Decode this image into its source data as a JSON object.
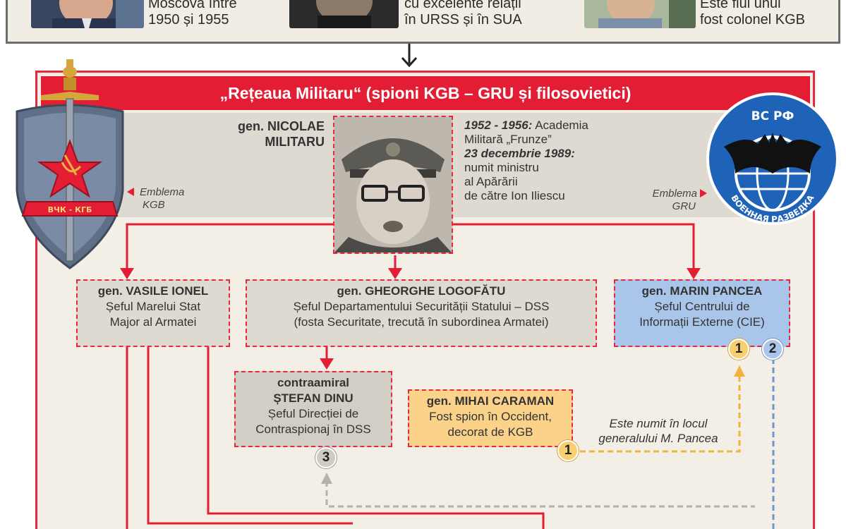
{
  "top_panel": {
    "col1": [
      "Moscova între",
      "1950 și 1955"
    ],
    "col2": [
      "cu excelente relații",
      "în URSS și în SUA"
    ],
    "col3": [
      "Este fiul unui",
      "fost colonel KGB"
    ]
  },
  "title": "„Rețeaua Militaru“ (spioni KGB – GRU și filosovietici)",
  "militaru": {
    "name_line1": "gen. NICOLAE",
    "name_line2": "MILITARU",
    "bio_date1": "1952 - 1956:",
    "bio_text1": "Academia",
    "bio_line2": "Militară „Frunze”",
    "bio_date2": "23 decembrie 1989:",
    "bio_line4": "numit ministru",
    "bio_line5": "al Apărării",
    "bio_line6": "de către Ion Iliescu"
  },
  "emblems": {
    "kgb_label1": "Emblema",
    "kgb_label2": "KGB",
    "kgb_ribbon": "ВЧК - КГБ",
    "gru_label1": "Emblema",
    "gru_label2": "GRU",
    "gru_top": "ВС РФ",
    "gru_ring": "ВОЕННАЯ РАЗВЕДКА"
  },
  "nodes": {
    "ionel": {
      "name": "gen. VASILE IONEL",
      "line1": "Șeful Marelui Stat",
      "line2": "Major al Armatei"
    },
    "logofatu": {
      "name": "gen. GHEORGHE LOGOFĂTU",
      "line1": "Șeful Departamentului Securității Statului – DSS",
      "line2": "(fosta Securitate, trecută în subordinea Armatei)"
    },
    "pancea": {
      "name": "gen. MARIN PANCEA",
      "line1": "Șeful Centrului de",
      "line2": "Informații Externe (CIE)"
    },
    "dinu": {
      "name1": "contraamiral",
      "name2": "ȘTEFAN DINU",
      "line1": "Șeful Direcției de",
      "line2": "Contraspionaj în DSS"
    },
    "caraman": {
      "name": "gen. MIHAI CARAMAN",
      "line1": "Fost spion în Occident,",
      "line2": "decorat de KGB"
    }
  },
  "note": {
    "line1": "Este numit în locul",
    "line2": "generalului M. Pancea"
  },
  "badges": {
    "one": "1",
    "two": "2",
    "three": "3"
  },
  "colors": {
    "red": "#e31e34",
    "frame_bg": "#f3efe6",
    "band_bg": "#dedad2",
    "blue_box": "#a9c6ea",
    "yellow_box": "#fbd28a",
    "yellow_line": "#f0b43c",
    "blue_line": "#6f97cf"
  }
}
